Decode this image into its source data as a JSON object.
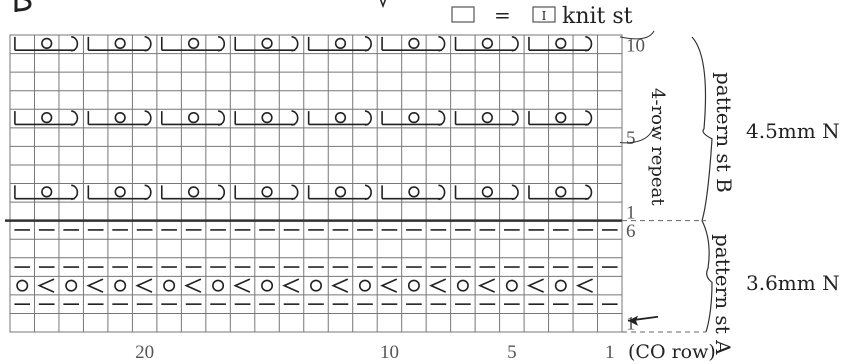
{
  "legend": {
    "equals": "=",
    "symbol": "I",
    "text": "knit st"
  },
  "row_numbers": [
    "10",
    "5",
    "1",
    "6",
    "1"
  ],
  "col_numbers": [
    "20",
    "10",
    "5",
    "1"
  ],
  "co_row": "(CO row)",
  "repeat_label": "4-row repeat",
  "patterns": {
    "b": {
      "label": "pattern st B",
      "needle": "4.5mm N"
    },
    "a": {
      "label": "pattern st A",
      "needle": "3.6mm N"
    }
  },
  "chart": {
    "columns": 25,
    "rows": 16,
    "pattern_b_rows": 10,
    "pattern_a_rows": 6,
    "purl_rows_a": [
      2,
      4,
      6
    ],
    "yo_k2tog_row_a": 3,
    "motif_rows_b": [
      2,
      6,
      10
    ],
    "motif_repeats": 8
  }
}
